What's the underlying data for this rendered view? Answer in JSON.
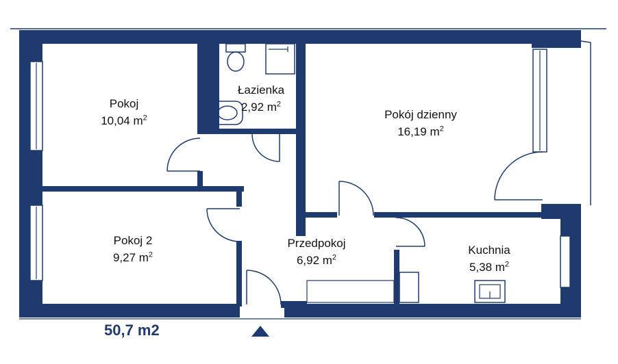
{
  "rooms": [
    {
      "name": "Pokoj",
      "area": "10,04 m",
      "unit_sup": "2"
    },
    {
      "name": "Łazienka",
      "area": "2,92 m",
      "unit_sup": "2"
    },
    {
      "name": "Pokój dzienny",
      "area": "16,19 m",
      "unit_sup": "2"
    },
    {
      "name": "Pokoj 2",
      "area": "9,27 m",
      "unit_sup": "2"
    },
    {
      "name": "Przedpokoj",
      "area": "6,92 m",
      "unit_sup": "2"
    },
    {
      "name": "Kuchnia",
      "area": "5,38 m",
      "unit_sup": "2"
    }
  ],
  "total_area": "50,7 m2",
  "colors": {
    "wall": "#1f3a6e",
    "text": "#111111",
    "background": "#ffffff"
  },
  "icons": [
    "entrance-arrow-icon",
    "toilet-icon",
    "shower-icon",
    "sink-icon",
    "kitchen-sink-icon"
  ]
}
